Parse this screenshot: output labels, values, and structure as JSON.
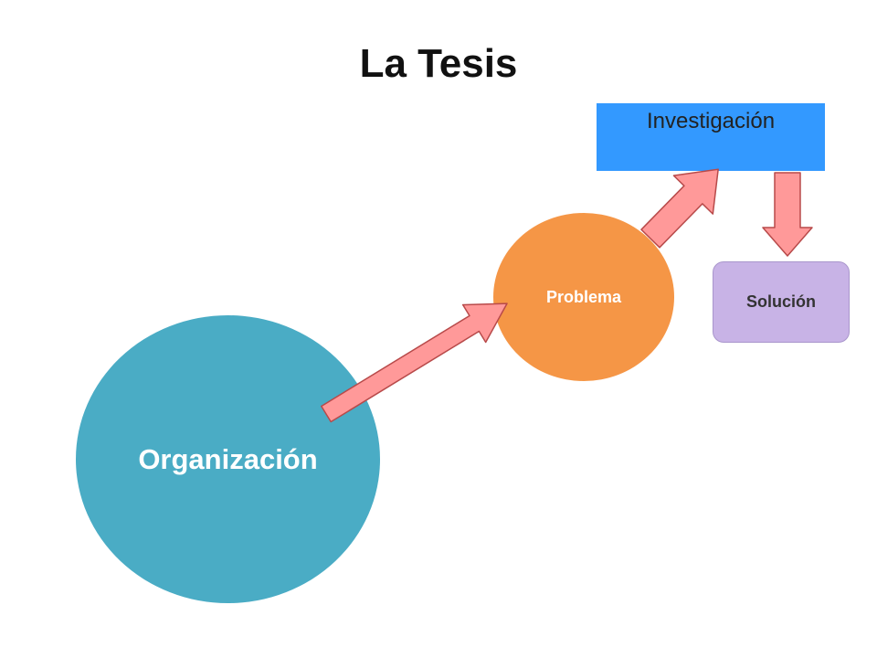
{
  "title": "La Tesis",
  "nodes": {
    "organizacion": "Organización",
    "problema": "Problema",
    "investigacion": "Investigación",
    "solucion": "Solución"
  },
  "colors": {
    "organizacion": "#4aacc5",
    "problema": "#f59646",
    "investigacion": "#3399ff",
    "solucion": "#c8b3e6",
    "arrow_fill": "#ff9999",
    "arrow_stroke": "#b84a4a"
  }
}
